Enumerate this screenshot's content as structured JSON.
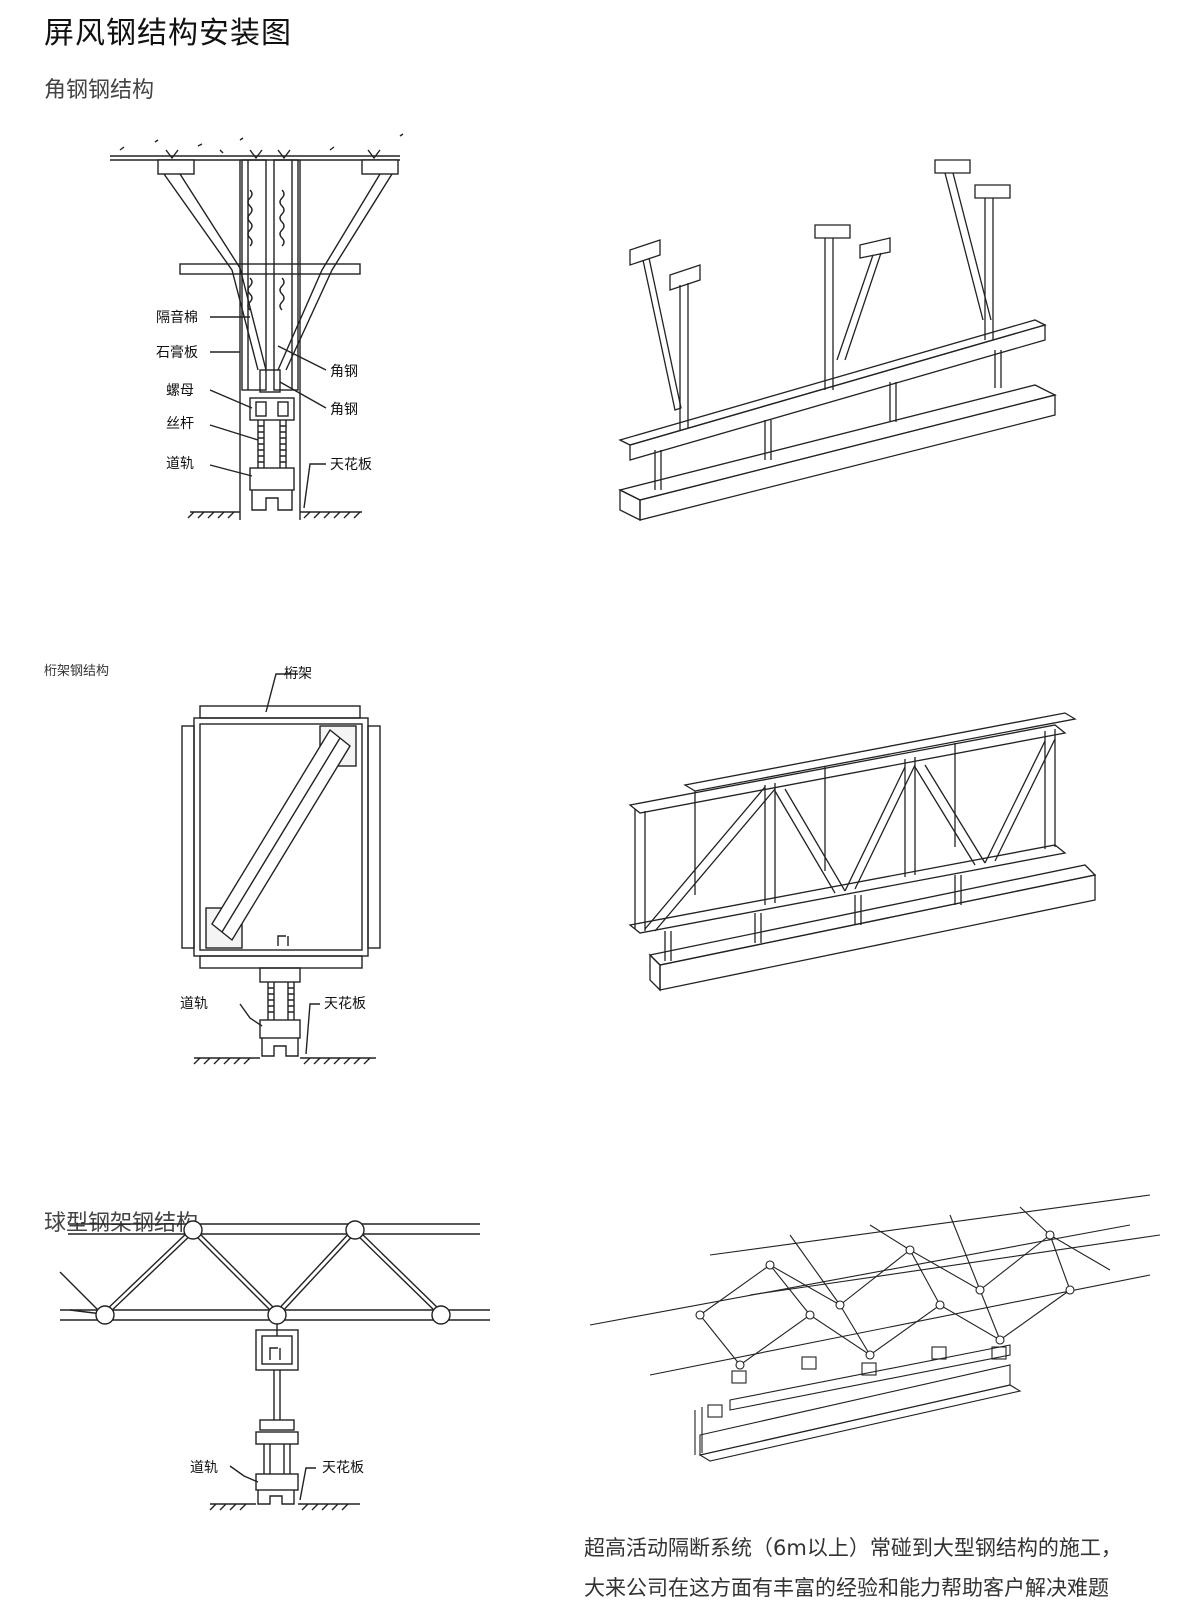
{
  "page": {
    "title": "屏风钢结构安装图"
  },
  "sections": [
    {
      "label": "角钢钢结构",
      "callouts": [
        "隔音棉",
        "石膏板",
        "螺母",
        "丝杆",
        "道轨",
        "角钢",
        "角钢",
        "天花板"
      ]
    },
    {
      "label": "桁架钢结构",
      "callouts": [
        "桁架",
        "道轨",
        "天花板"
      ]
    },
    {
      "label": "球型钢架钢结构",
      "callouts": [
        "道轨",
        "天花板"
      ]
    }
  ],
  "caption": {
    "line1": "超高活动隔断系统（6m以上）常碰到大型钢结构的施工，",
    "line2": "大来公司在这方面有丰富的经验和能力帮助客户解决难题"
  },
  "colors": {
    "line": "#222222",
    "text": "#333333",
    "background": "#ffffff"
  }
}
